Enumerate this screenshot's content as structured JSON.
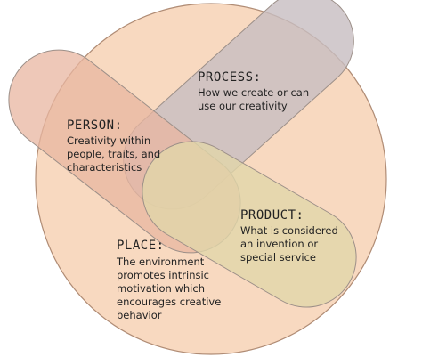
{
  "colors": {
    "background": "#ffffff",
    "outer_circle": "#f8d9c0",
    "outer_circle_stroke": "#b08c75",
    "person": "#e8b5a0",
    "process": "#c7bdc0",
    "product": "#e1d6a9",
    "stroke": "#9c8f88"
  },
  "process": {
    "title": "PROCESS:",
    "lines": [
      "How we create or can",
      "use our creativity"
    ]
  },
  "person": {
    "title": "PERSON:",
    "lines": [
      "Creativity within",
      "people, traits, and",
      "characteristics"
    ]
  },
  "product": {
    "title": "PRODUCT:",
    "lines": [
      "What is considered",
      "an invention or",
      "special service"
    ]
  },
  "place": {
    "title": "PLACE:",
    "lines": [
      "The environment",
      "promotes intrinsic",
      "motivation which",
      "encourages creative",
      "behavior"
    ]
  }
}
